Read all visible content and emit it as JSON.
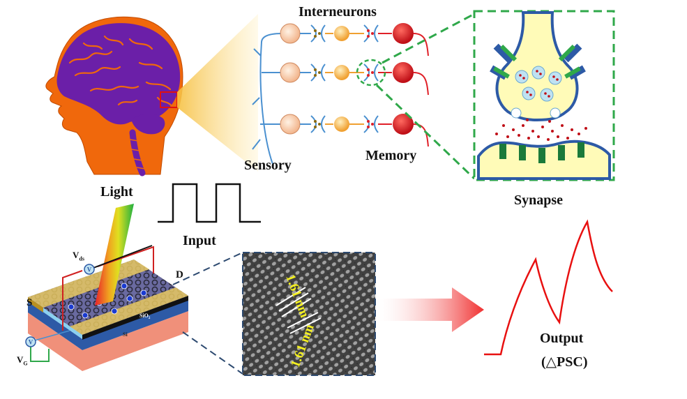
{
  "labels": {
    "interneurons": "Interneurons",
    "sensory": "Sensory",
    "memory": "Memory",
    "synapse": "Synapse",
    "light": "Light",
    "input": "Input",
    "output": "Output",
    "delta_psc": "(△PSC)",
    "vds_main": "V",
    "vds_sub": "ds",
    "vg_main": "V",
    "vg_sub": "G",
    "source": "S",
    "drain": "D",
    "sio2": "SiO",
    "sio2_sub": "2",
    "si": "Si",
    "lattice_1": "1.61 nm",
    "lattice_2": "1.61 nm",
    "meter_symbol": "V"
  },
  "colors": {
    "head": "#f0680c",
    "brain": "#6b1fa8",
    "axon": "#4a90d0",
    "memory_neuron": "#e02028",
    "synapse_fill": "#fffbb8",
    "synapse_border": "#2d5aa6",
    "dashed": "#2fa84a",
    "output_curve": "#e81010",
    "arrow": "#f03a3a"
  }
}
